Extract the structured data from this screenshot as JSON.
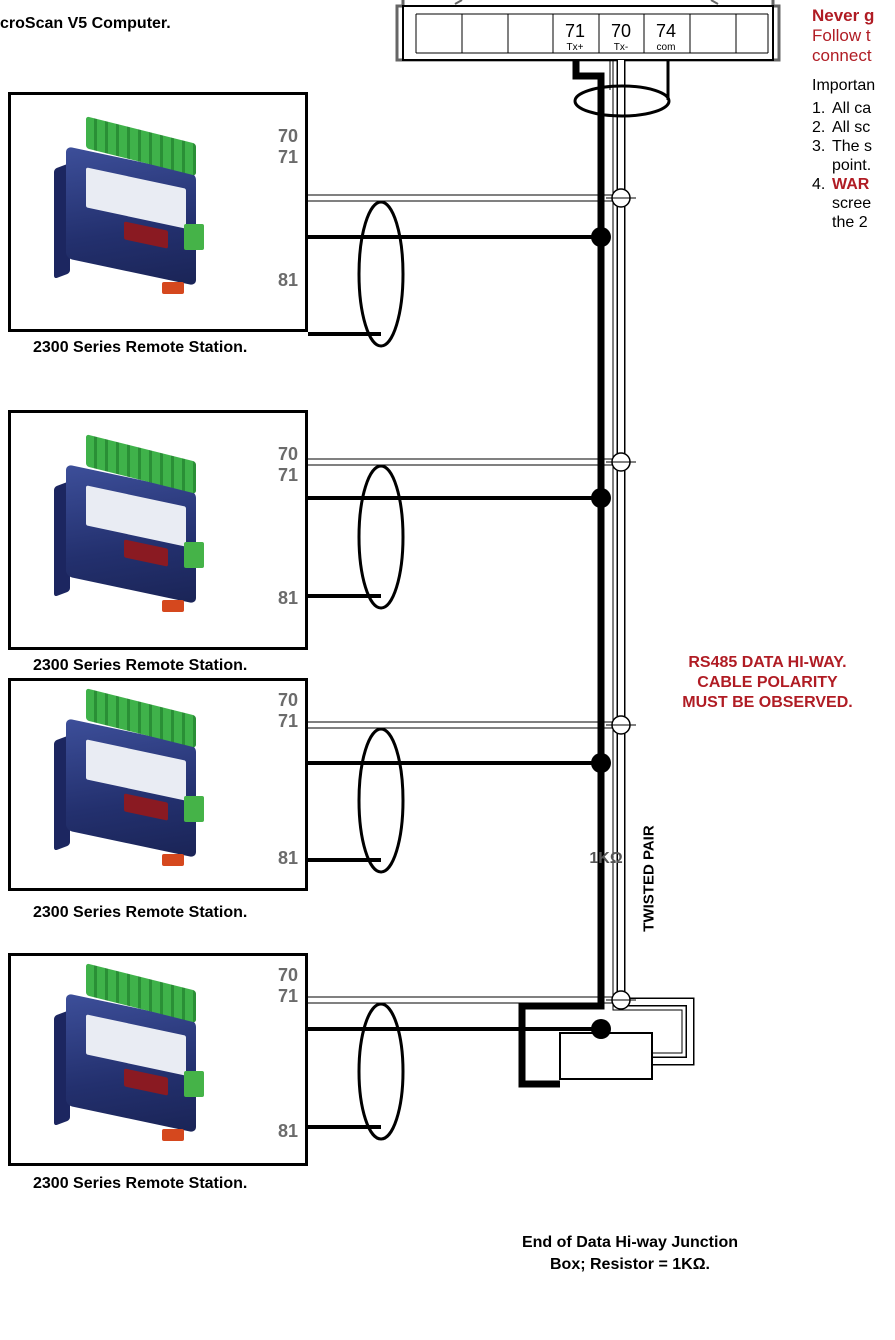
{
  "header": {
    "computer_title": "croScan V5 Computer."
  },
  "terminal_block": {
    "cells": [
      {
        "num": "",
        "sub": ""
      },
      {
        "num": "",
        "sub": ""
      },
      {
        "num": "",
        "sub": ""
      },
      {
        "num": "71",
        "sub": "Tx+"
      },
      {
        "num": "70",
        "sub": "Tx-"
      },
      {
        "num": "74",
        "sub": "com"
      },
      {
        "num": "",
        "sub": ""
      },
      {
        "num": "",
        "sub": ""
      }
    ]
  },
  "warning": {
    "heading": "Never g",
    "line1": "Follow t",
    "line2": "connect"
  },
  "notes": {
    "intro": "Importan",
    "items": [
      {
        "num": "1.",
        "text": "All ca",
        "cont": ""
      },
      {
        "num": "2.",
        "text": "All sc",
        "cont": ""
      },
      {
        "num": "3.",
        "text": "The s",
        "cont": "point."
      },
      {
        "num": "4.",
        "text": "WAR",
        "cont": "scree",
        "cont2": "the 2"
      }
    ]
  },
  "stations": [
    {
      "label_70": "70",
      "label_71": "71",
      "label_81": "81",
      "caption": "2300 Series Remote Station."
    },
    {
      "label_70": "70",
      "label_71": "71",
      "label_81": "81",
      "caption": "2300 Series Remote Station."
    },
    {
      "label_70": "70",
      "label_71": "71",
      "label_81": "81",
      "caption": "2300 Series Remote Station."
    },
    {
      "label_70": "70",
      "label_71": "71",
      "label_81": "81",
      "caption": "2300 Series Remote Station."
    }
  ],
  "rs485": {
    "line1": "RS485 DATA HI-WAY.",
    "line2": "CABLE POLARITY",
    "line3": "MUST BE OBSERVED."
  },
  "twisted_pair_label": "TWISTED PAIR",
  "resistor": {
    "label": "1KΩ",
    "caption_line1": "End of Data Hi-way Junction",
    "caption_line2": "Box; Resistor = 1KΩ."
  },
  "colors": {
    "warning_red": "#b01c24",
    "terminal_label_grey": "#6b6b6b",
    "module_blue": "#23306e",
    "terminal_green": "#3fb24a"
  }
}
